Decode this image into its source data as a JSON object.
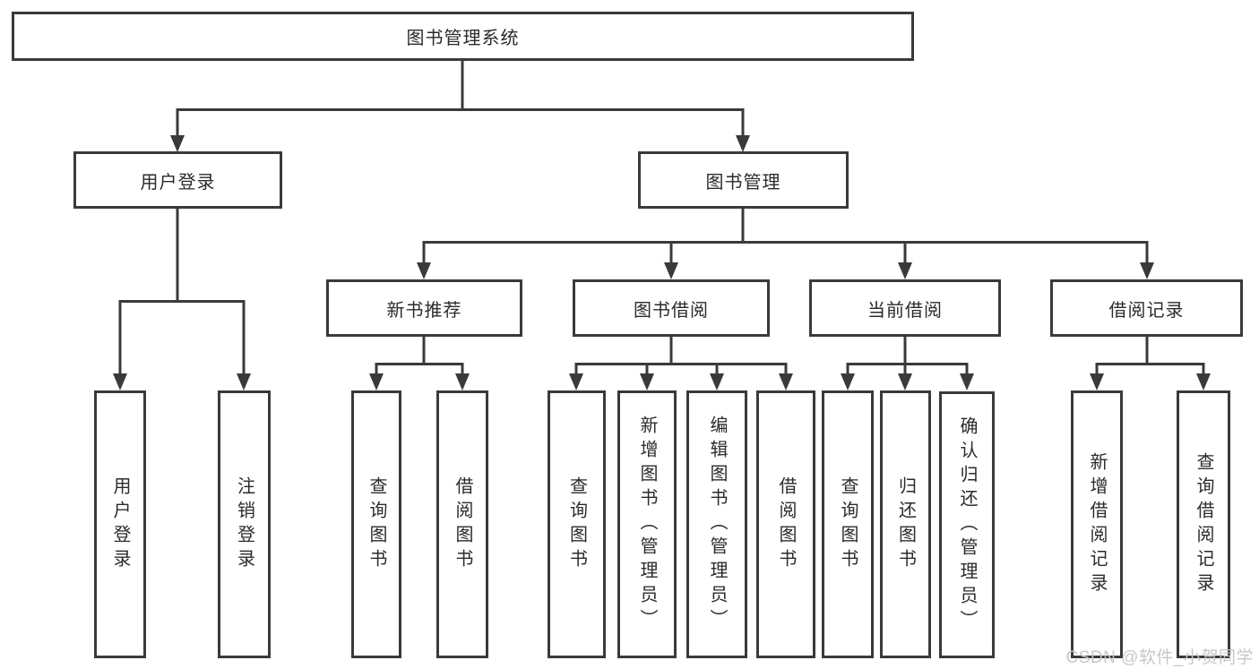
{
  "diagram": {
    "type": "hierarchy-tree",
    "watermark": "CSDN @软件_小贺同学",
    "colors": {
      "line": "#3a3a3a",
      "border": "#3a3a3a",
      "text": "#2b2b2b",
      "box_background": "#ffffff",
      "watermark": "#c5c5c5"
    },
    "nodes": {
      "root": {
        "label": "图书管理系统"
      },
      "user_login": {
        "label": "用户登录"
      },
      "book_management": {
        "label": "图书管理"
      },
      "new_book_recommend": {
        "label": "新书推荐"
      },
      "book_borrowing": {
        "label": "图书借阅"
      },
      "current_borrowing": {
        "label": "当前借阅"
      },
      "borrowing_records": {
        "label": "借阅记录"
      },
      "leaf_user_login": {
        "label": "用户登录"
      },
      "leaf_logout": {
        "label": "注销登录"
      },
      "leaf_query_books_new": {
        "label": "查询图书"
      },
      "leaf_borrow_books_new": {
        "label": "借阅图书"
      },
      "leaf_query_books_borrow": {
        "label": "查询图书"
      },
      "leaf_add_books_admin": {
        "label": "新增图书（管理员）"
      },
      "leaf_edit_books_admin": {
        "label": "编辑图书（管理员）"
      },
      "leaf_borrow_books_borrow": {
        "label": "借阅图书"
      },
      "leaf_query_books_current": {
        "label": "查询图书"
      },
      "leaf_return_books": {
        "label": "归还图书"
      },
      "leaf_confirm_return_admin": {
        "label": "确认归还（管理员）"
      },
      "leaf_add_borrow_record": {
        "label": "新增借阅记录"
      },
      "leaf_query_borrow_record": {
        "label": "查询借阅记录"
      }
    },
    "hierarchy": {
      "图书管理系统": {
        "用户登录": [
          "用户登录",
          "注销登录"
        ],
        "图书管理": {
          "新书推荐": [
            "查询图书",
            "借阅图书"
          ],
          "图书借阅": [
            "查询图书",
            "新增图书（管理员）",
            "编辑图书（管理员）",
            "借阅图书"
          ],
          "当前借阅": [
            "查询图书",
            "归还图书",
            "确认归还（管理员）"
          ],
          "借阅记录": [
            "新增借阅记录",
            "查询借阅记录"
          ]
        }
      }
    }
  }
}
